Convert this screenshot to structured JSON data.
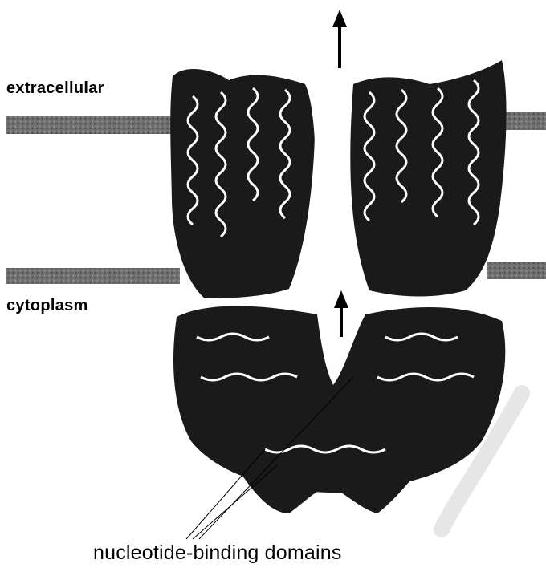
{
  "labels": {
    "extracellular": "extracellular",
    "cytoplasm": "cytoplasm",
    "nucleotide_binding": "nucleotide-binding domains"
  },
  "icons": {
    "efflux_arrow_top": "arrow-up-icon",
    "efflux_arrow_inner": "arrow-up-icon"
  },
  "colors": {
    "membrane": "#555555",
    "protein": "#111111",
    "background": "#ffffff"
  }
}
